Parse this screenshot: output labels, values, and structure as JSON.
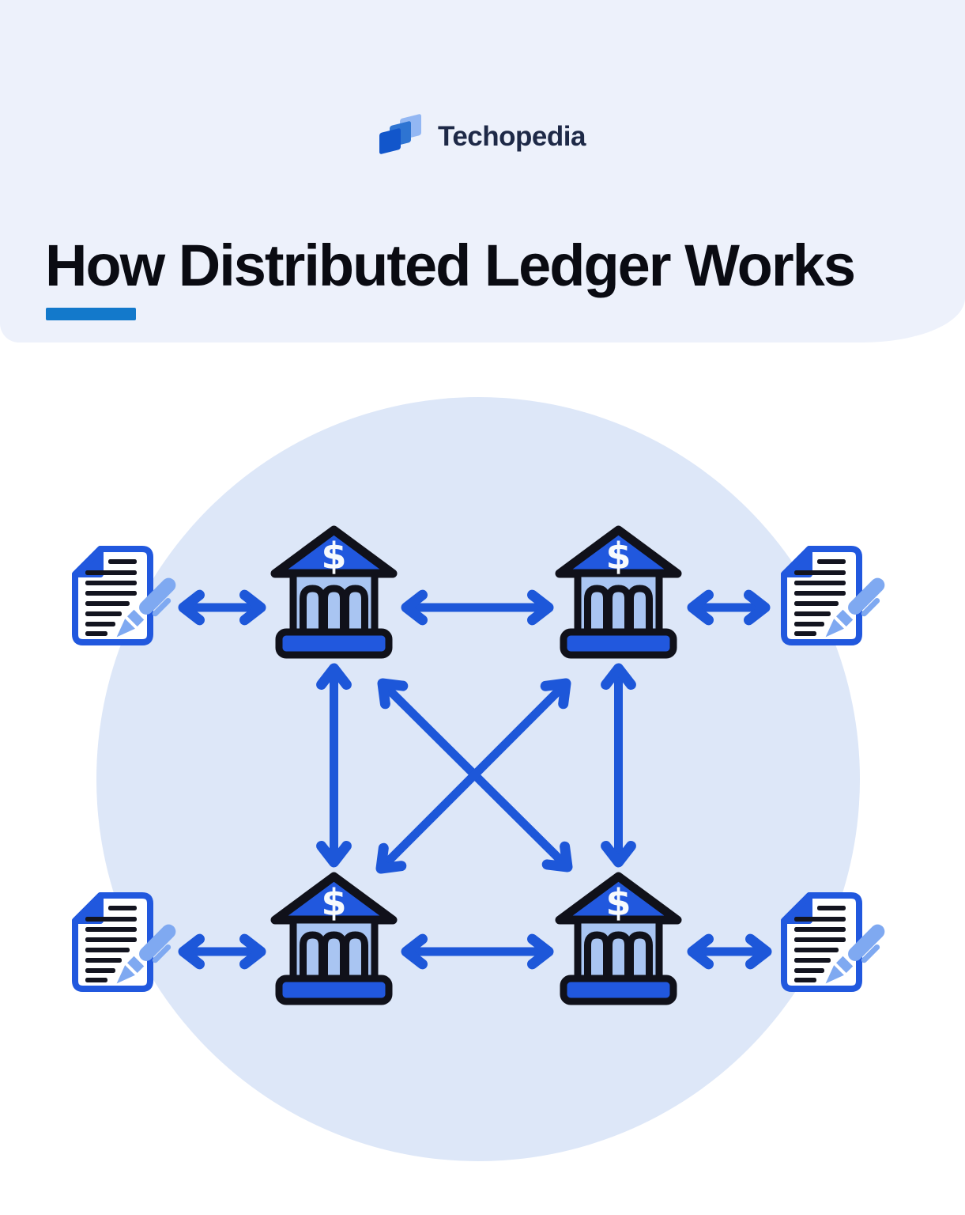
{
  "logo": {
    "brand": "Techopedia",
    "icon": "techopedia-tiles-icon"
  },
  "header": {
    "title": "How Distributed Ledger Works"
  },
  "diagram": {
    "currency_symbol": "$",
    "nodes": [
      {
        "id": "ledger-top-left",
        "type": "ledger-document"
      },
      {
        "id": "bank-top-left",
        "type": "bank"
      },
      {
        "id": "bank-top-right",
        "type": "bank"
      },
      {
        "id": "ledger-top-right",
        "type": "ledger-document"
      },
      {
        "id": "ledger-bottom-left",
        "type": "ledger-document"
      },
      {
        "id": "bank-bottom-left",
        "type": "bank"
      },
      {
        "id": "bank-bottom-right",
        "type": "bank"
      },
      {
        "id": "ledger-bottom-right",
        "type": "ledger-document"
      }
    ],
    "connections": [
      {
        "from": "ledger-top-left",
        "to": "bank-top-left",
        "bidirectional": true
      },
      {
        "from": "bank-top-left",
        "to": "bank-top-right",
        "bidirectional": true
      },
      {
        "from": "bank-top-right",
        "to": "ledger-top-right",
        "bidirectional": true
      },
      {
        "from": "ledger-bottom-left",
        "to": "bank-bottom-left",
        "bidirectional": true
      },
      {
        "from": "bank-bottom-left",
        "to": "bank-bottom-right",
        "bidirectional": true
      },
      {
        "from": "bank-bottom-right",
        "to": "ledger-bottom-right",
        "bidirectional": true
      },
      {
        "from": "bank-top-left",
        "to": "bank-bottom-left",
        "bidirectional": true
      },
      {
        "from": "bank-top-right",
        "to": "bank-bottom-right",
        "bidirectional": true
      },
      {
        "from": "bank-top-left",
        "to": "bank-bottom-right",
        "bidirectional": true
      },
      {
        "from": "bank-top-right",
        "to": "bank-bottom-left",
        "bidirectional": true
      }
    ]
  },
  "colors": {
    "header_bg": "#edf1fb",
    "circle_bg": "#dde7f8",
    "primary": "#2158de",
    "arrow": "#1d57d9",
    "light": "#a9c5f2",
    "pen": "#7fa9f1",
    "outline": "#10111a",
    "ink": "#13141f",
    "paper": "#ffffff",
    "title_color": "#0a0b12",
    "logo_color": "#1e2947",
    "underline": "#1379cb",
    "tile_front": "#1256cb",
    "tile_mid": "#2e74d2",
    "tile_back": "#93b7f3"
  }
}
